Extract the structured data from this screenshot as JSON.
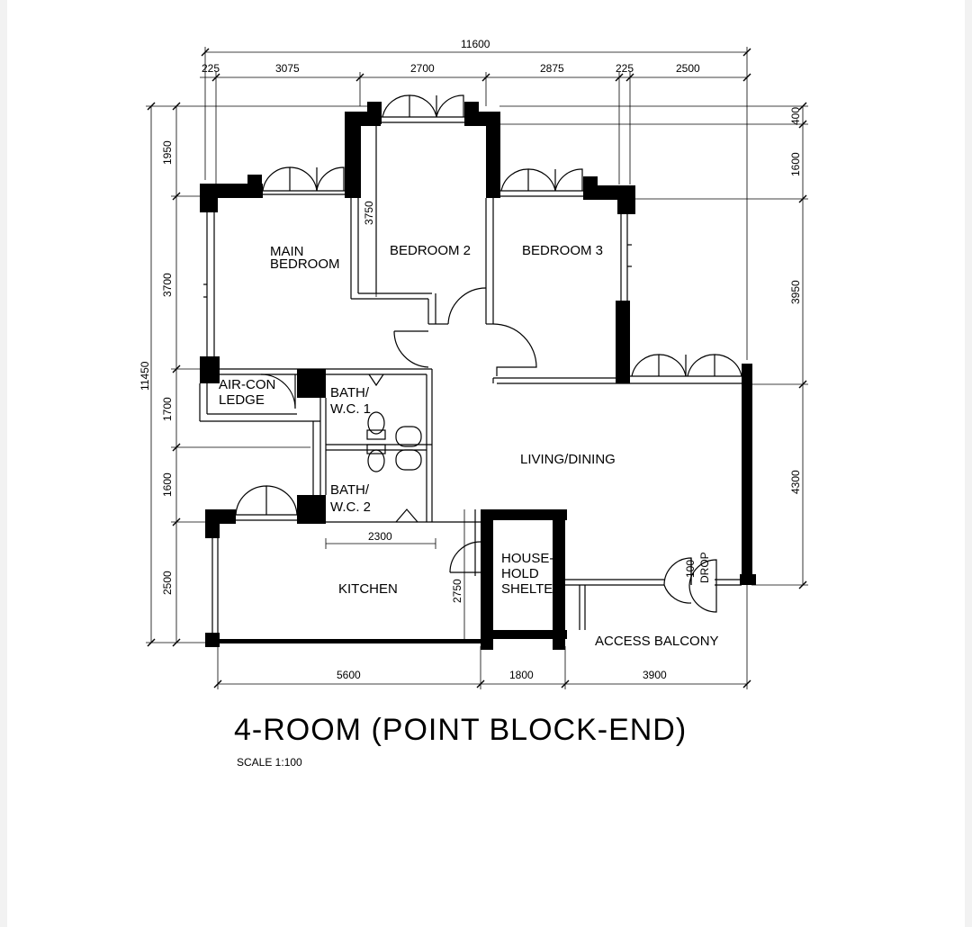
{
  "plan": {
    "title": "4-ROOM (POINT BLOCK-END)",
    "scale": "SCALE   1:100",
    "rooms": {
      "main_bedroom_line1": "MAIN",
      "main_bedroom_line2": "BEDROOM",
      "bedroom2": "BEDROOM 2",
      "bedroom3": "BEDROOM 3",
      "aircon_line1": "AIR-CON",
      "aircon_line2": "LEDGE",
      "bath1_line1": "BATH/",
      "bath1_line2": "W.C. 1",
      "bath2_line1": "BATH/",
      "bath2_line2": "W.C. 2",
      "living_dining": "LIVING/DINING",
      "kitchen": "KITCHEN",
      "shelter_line1": "HOUSE-",
      "shelter_line2": "HOLD",
      "shelter_line3": "SHELTER",
      "access_balcony": "ACCESS BALCONY",
      "drop_line1": "100",
      "drop_line2": "DROP"
    },
    "dims_top": {
      "overall": "11600",
      "d1": "225",
      "d2": "3075",
      "d3": "2700",
      "d4": "2875",
      "d5": "225",
      "d6": "2500"
    },
    "dims_left": {
      "overall": "11450",
      "d1": "1950",
      "d2": "3700",
      "d3": "1700",
      "d4": "1600",
      "d5": "2500"
    },
    "dims_right": {
      "d1": "400",
      "d2": "1600",
      "d3": "3950",
      "d4": "4300"
    },
    "dims_bottom": {
      "d1": "5600",
      "d2": "1800",
      "d3": "3900"
    },
    "dims_inner": {
      "bedroom2_depth": "3750",
      "bath_width": "2300",
      "kitchen_depth": "2750"
    }
  }
}
